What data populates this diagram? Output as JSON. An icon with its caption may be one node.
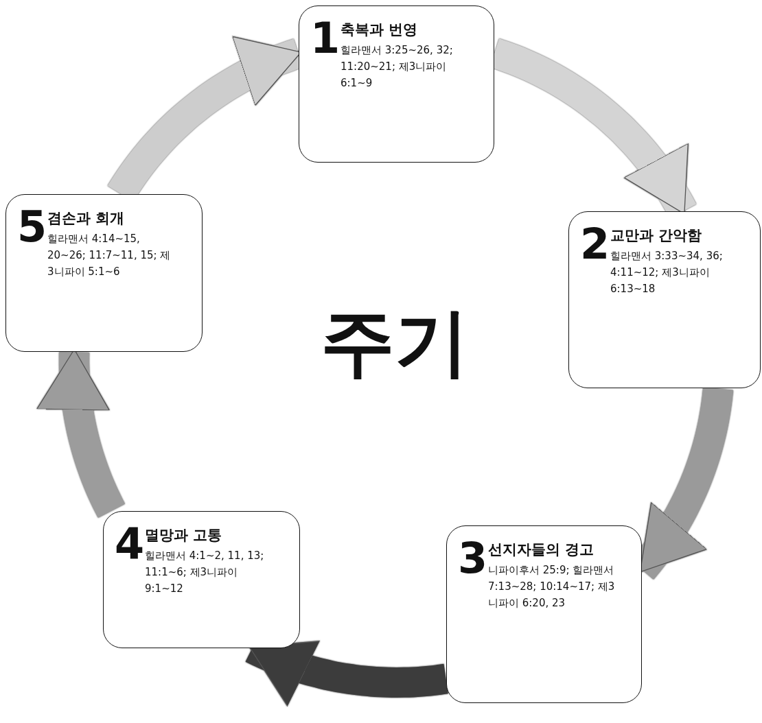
{
  "diagram": {
    "title": "주기",
    "nodes": [
      {
        "text": [
          "1",
          "축복과 번영",
          "힐라맨서 3:25~26, 32; 11:20~21; 제3니파이 6:1~9"
        ]
      },
      {
        "text": [
          "2",
          "교만과 간악함",
          "힐라맨서 3:33~34, 36; 4:11~12; 제3니파이 6:13~18"
        ]
      },
      {
        "text": [
          "3",
          "선지자들의 경고",
          "니파이후서 25:9; 힐라맨서 7:13~28; 10:14~17; 제3니파이 6:20, 23"
        ]
      },
      {
        "text": [
          "4",
          "멸망과 고통",
          "힐라맨서 4:1~2, 11, 13; 11:1~6; 제3니파이 9:1~12"
        ]
      },
      {
        "text": [
          "5",
          "겸손과 회개",
          "힐라맨서 4:14~15, 20~26; 11:7~11, 15; 제3니파이 5:1~6"
        ]
      }
    ],
    "edges": [
      {
        "from": 0,
        "to": 1,
        "arrow": "to",
        "color": "#d4d4d4"
      },
      {
        "from": 1,
        "to": 2,
        "arrow": "to",
        "color": "#9a9a9a"
      },
      {
        "from": 2,
        "to": 3,
        "arrow": "to",
        "color": "#3c3c3c"
      },
      {
        "from": 3,
        "to": 4,
        "arrow": "to",
        "color": "#9c9c9c"
      },
      {
        "from": 4,
        "to": 0,
        "arrow": "to",
        "color": "#cdcdcd"
      }
    ]
  }
}
